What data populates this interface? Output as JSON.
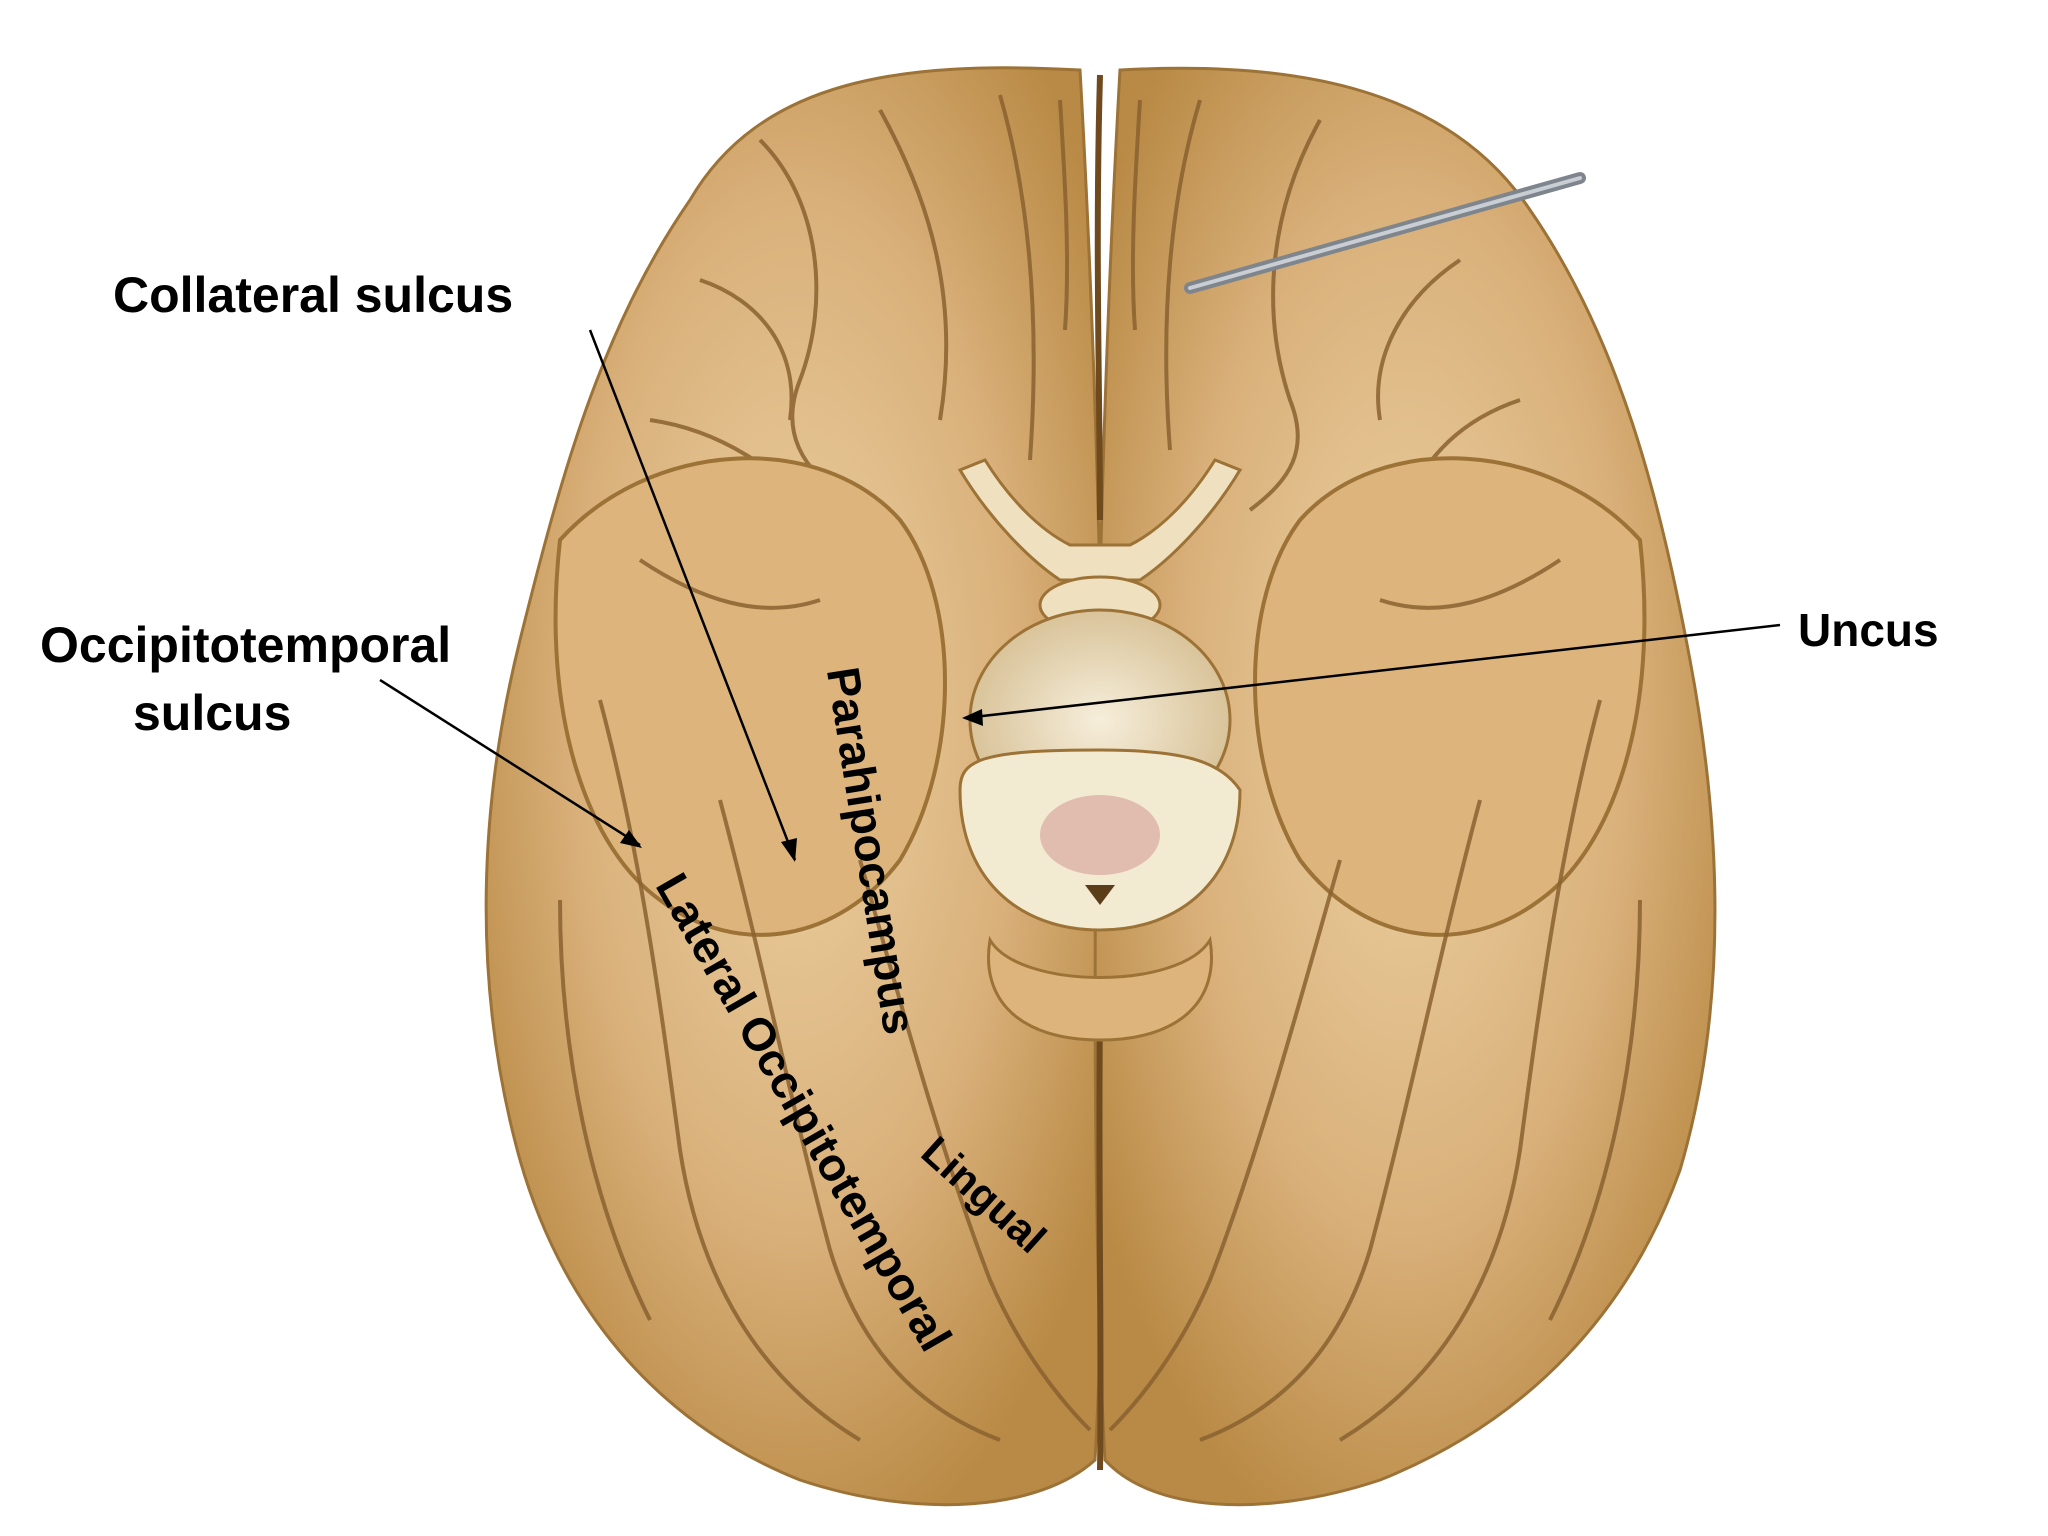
{
  "labels": {
    "collateral_sulcus": "Collateral sulcus",
    "occipitotemporal_sulcus_line1": "Occipitotemporal",
    "occipitotemporal_sulcus_line2": "sulcus",
    "uncus": "Uncus",
    "parahippocampus": "Parahipocampus",
    "lateral_occipitotemporal": "Lateral Occipitotemporal",
    "lingual": "Lingual"
  },
  "colors": {
    "brain_base": "#d9b07a",
    "brain_light": "#f2dcb4",
    "brain_shadow": "#b98a45",
    "sulcus_line": "#7a5425",
    "brainstem": "#efe3c6",
    "probe": "#9aa0a8",
    "text": "#000000"
  }
}
